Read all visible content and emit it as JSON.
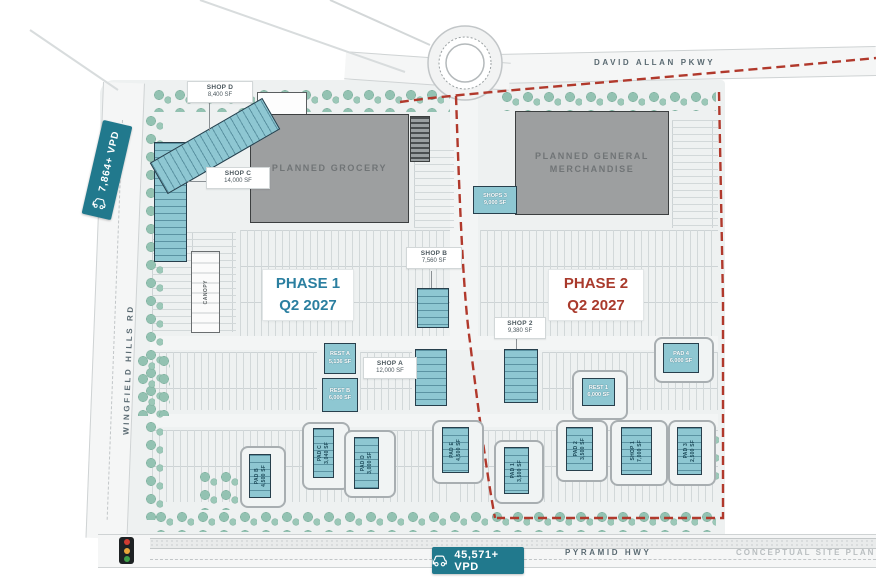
{
  "roads": {
    "david_allan": "DAVID ALLAN PKWY",
    "pyramid": "PYRAMID HWY",
    "wingfield": "WINGFIELD HILLS RD"
  },
  "traffic_counts": {
    "left_vpd": "7,864+ VPD",
    "bottom_vpd": "45,571+ VPD"
  },
  "phases": {
    "phase1": {
      "line1": "PHASE 1",
      "line2": "Q2 2027"
    },
    "phase2": {
      "line1": "PHASE 2",
      "line2": "Q2 2027"
    }
  },
  "anchors": {
    "grocery": "PLANNED GROCERY",
    "merch_line1": "PLANNED GENERAL",
    "merch_line2": "MERCHANDISE"
  },
  "callouts": {
    "shop_d": {
      "name": "SHOP D",
      "sf": "8,400 SF"
    },
    "shop_c": {
      "name": "SHOP C",
      "sf": "14,000 SF"
    },
    "shop_b": {
      "name": "SHOP B",
      "sf": "7,560 SF"
    },
    "shop_a": {
      "name": "SHOP A",
      "sf": "12,000 SF"
    },
    "shop_2": {
      "name": "SHOP 2",
      "sf": "9,380 SF"
    }
  },
  "tenants": {
    "shops_3": {
      "name": "SHOPS 3",
      "sf": "9,000 SF"
    },
    "rest_a": {
      "name": "REST A",
      "sf": "5,136 SF"
    },
    "rest_b": {
      "name": "REST B",
      "sf": "6,000 SF"
    },
    "rest_1": {
      "name": "REST 1",
      "sf": "6,000 SF"
    },
    "pad_4": {
      "name": "PAD 4",
      "sf": "6,000 SF"
    },
    "pad_b": {
      "name": "PAD B",
      "sf": "4,500 SF"
    },
    "pad_c": {
      "name": "PAD C",
      "sf": "3,040 SF"
    },
    "pad_d": {
      "name": "PAD D",
      "sf": "3,000 SF"
    },
    "pad_e": {
      "name": "PAD E",
      "sf": "4,500 SF"
    },
    "pad_1": {
      "name": "PAD 1",
      "sf": "3,500 SF"
    },
    "pad_2": {
      "name": "PAD 2",
      "sf": "3,500 SF"
    },
    "shop_1": {
      "name": "SHOP 1",
      "sf": "7,000 SF"
    },
    "pad_3": {
      "name": "PAD 3",
      "sf": "2,500 SF"
    }
  },
  "misc": {
    "canopy": "CANOPY",
    "note": "CONCEPTUAL SITE PLAN"
  },
  "colors": {
    "badge_teal": "#21798d",
    "building_teal": "#8ec7d2",
    "gray_building": "#9d9fa0",
    "phase1_blue": "#2b7fa0",
    "phase2_red": "#a93a2c",
    "boundary_red": "#b1392c",
    "landscape_green": "#93c2b2"
  }
}
